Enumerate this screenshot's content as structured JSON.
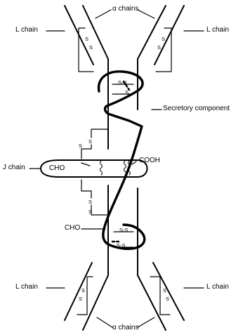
{
  "labels": {
    "alpha_top": "α chains",
    "alpha_bottom": "α chains",
    "l_chain_top_left": "L chain",
    "l_chain_top_right": "L chain",
    "l_chain_bottom_left": "L chain",
    "l_chain_bottom_right": "L chain",
    "secretory_component": "Secretory component",
    "j_chain": "J chain",
    "cho_j": "CHO",
    "cooh": "COOH",
    "cho_lower": "CHO"
  },
  "bond_labels": {
    "top_ss_1": "S-S",
    "top_s_1": "S",
    "bottom_ss_1": "S-S",
    "bottom_ss_2": "S-S"
  },
  "colors": {
    "ink": "#000000",
    "background": "#ffffff"
  }
}
